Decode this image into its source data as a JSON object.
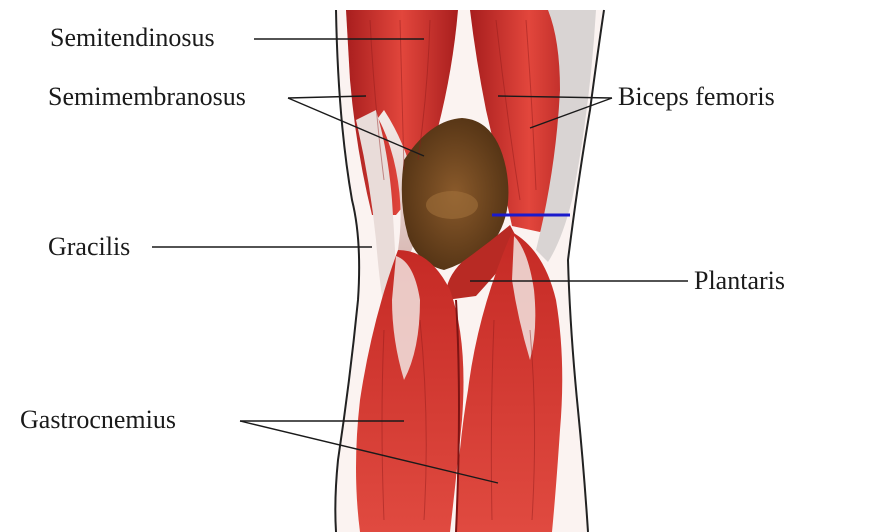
{
  "labels": {
    "semitendinosus": "Semitendinosus",
    "semimembranosus": "Semimembranosus",
    "biceps_femoris": "Biceps femoris",
    "gracilis": "Gracilis",
    "plantaris": "Plantaris",
    "gastrocnemius": "Gastrocnemius"
  },
  "colors": {
    "background": "#ffffff",
    "label_text": "#1a1a1a",
    "leader_line": "#1a1a1a",
    "muscle_red": "#d8362f",
    "muscle_dark": "#9e1b1b",
    "tendon_white": "#efe6e3",
    "popliteal_fossa": "#6b4520",
    "skin_outline": "#222222",
    "marker_line": "#1a1acc"
  },
  "icons": {
    "illustration": "posterior-knee-muscle-anatomy"
  }
}
